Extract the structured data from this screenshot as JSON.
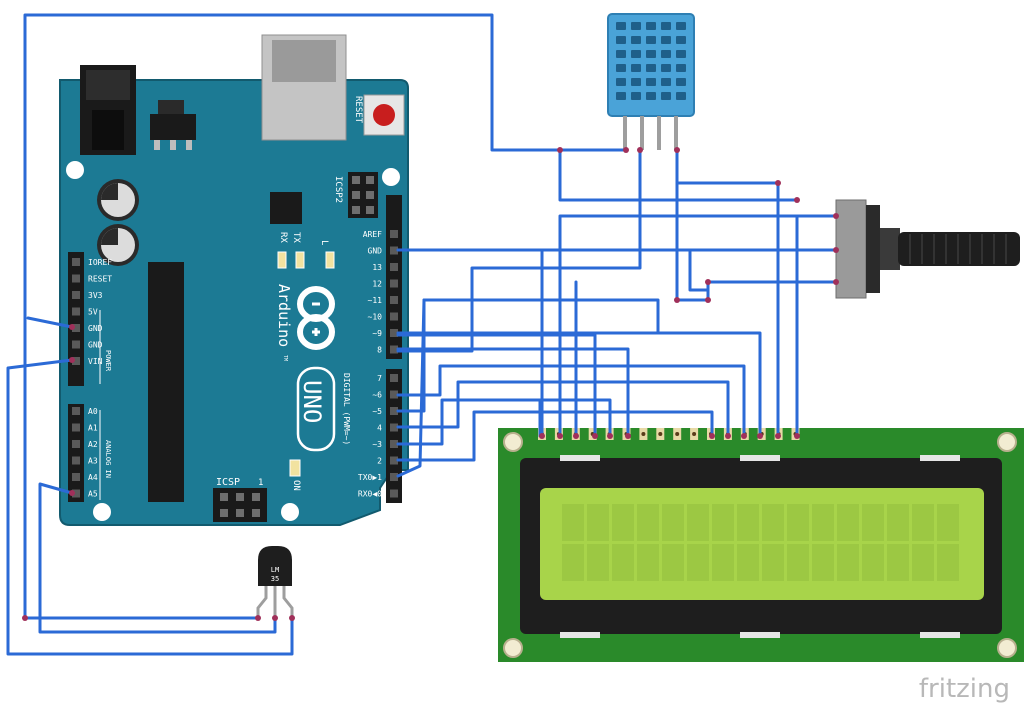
{
  "board": {
    "reset_label": "RESET",
    "icsp2_label": "ICSP2",
    "tx_label": "TX",
    "rx_label": "RX",
    "l_label": "L",
    "brand_label": "Arduino",
    "tm_mark": "TM",
    "model_label": "UNO",
    "digital_label": "DIGITAL (PWM=~)",
    "on_label": "ON",
    "icsp_label": "ICSP",
    "icsp_pin1": "1",
    "power_label": "POWER",
    "analog_label": "ANALOG IN",
    "power_pins": [
      "IOREF",
      "RESET",
      "3V3",
      "5V",
      "GND",
      "GND",
      "VIN"
    ],
    "analog_pins": [
      "A0",
      "A1",
      "A2",
      "A3",
      "A4",
      "A5"
    ],
    "digital_top_pins": [
      "AREF",
      "GND",
      "13",
      "12",
      "~11",
      "~10",
      "~9",
      "8"
    ],
    "digital_bottom_pins": [
      "7",
      "~6",
      "~5",
      "4",
      "~3",
      "2",
      "TX0▶1",
      "RX0◀0"
    ]
  },
  "sensor_lm35": {
    "label_line1": "LM",
    "label_line2": "35"
  },
  "watermark": "fritzing",
  "colors": {
    "wire": "#2b6ad6",
    "board": "#1c7a94",
    "lcd_pcb": "#2a8a2a",
    "lcd_screen": "#a8d44a",
    "dht_body": "#4aa3d8"
  }
}
